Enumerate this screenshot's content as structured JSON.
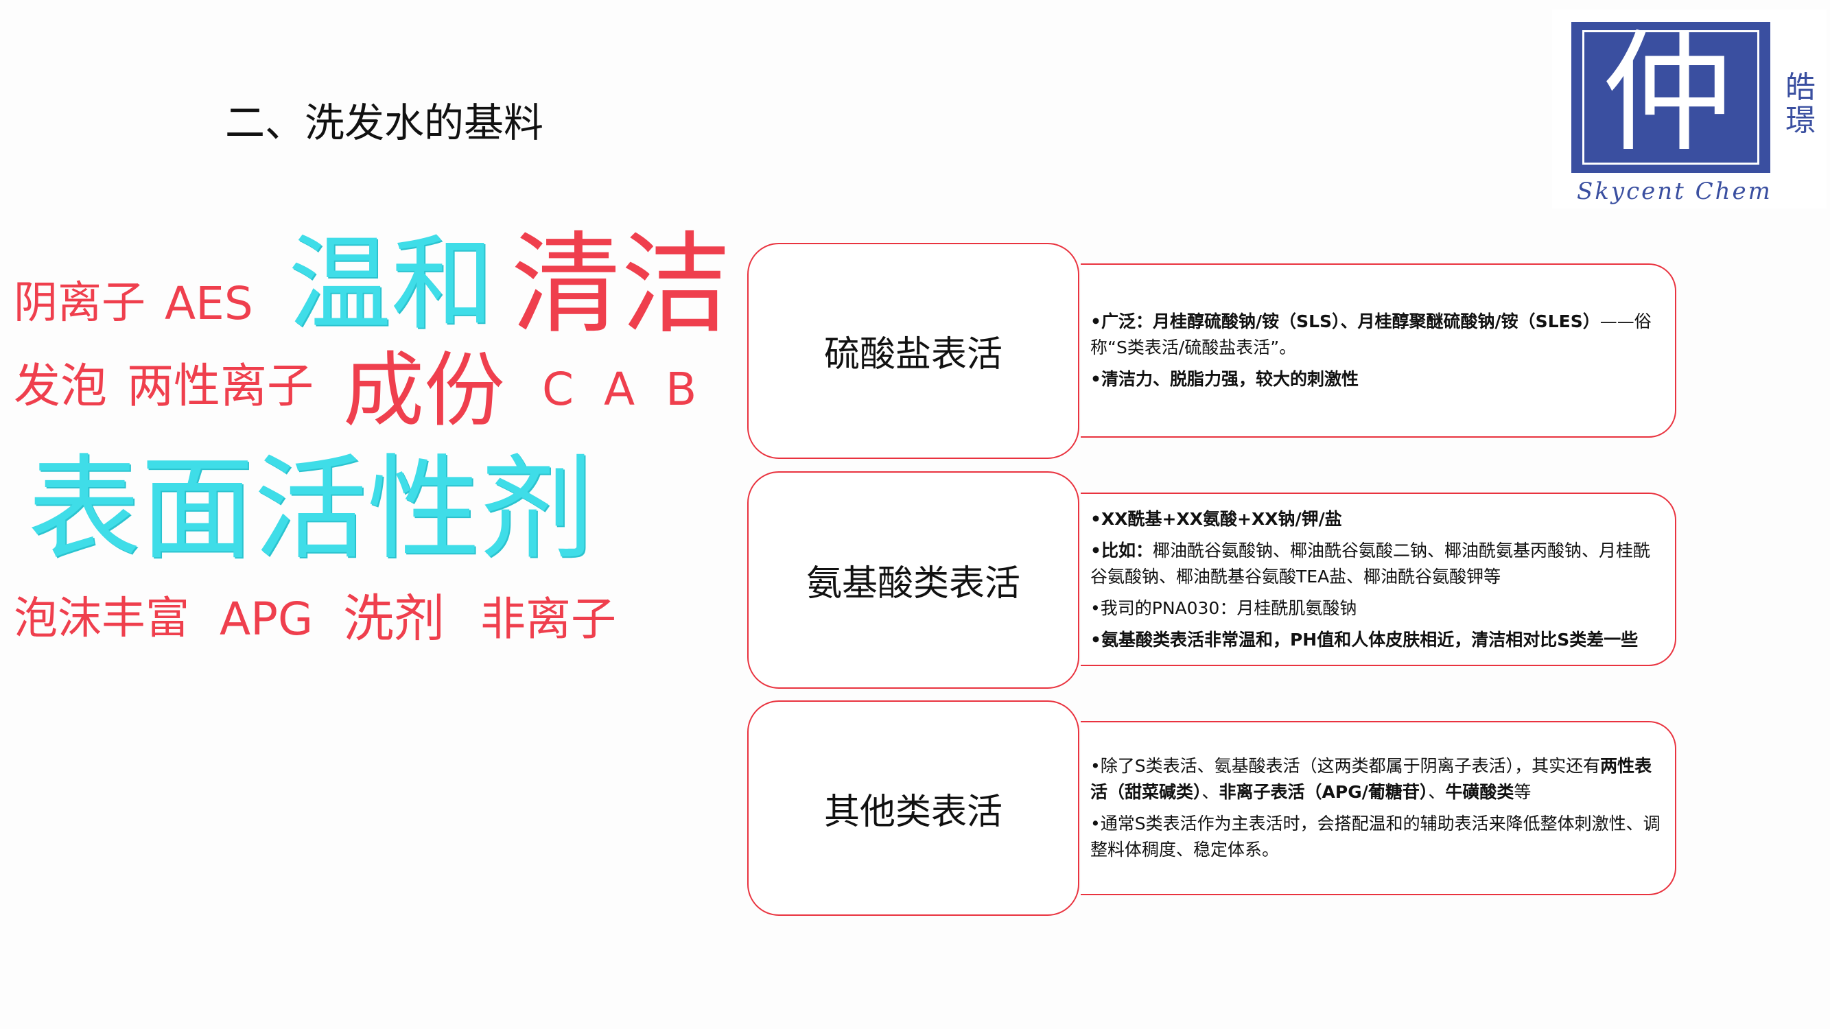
{
  "title": "二、洗发水的基料",
  "logo": {
    "glyph": "仲",
    "side_text": "皓璟",
    "english": "Skycent Chem",
    "color": "#3a4fa0"
  },
  "word_cloud": {
    "colors": {
      "red": "#ef3f4d",
      "cyan": "#3fdde8"
    },
    "words": [
      "阴离子",
      "AES",
      "温和",
      "发泡",
      "两性离子",
      "清洁",
      "表面活性剂",
      "成份",
      "泡沫丰富",
      "APG",
      "C",
      "A",
      "B",
      "洗剂",
      "非离子"
    ]
  },
  "categories": [
    {
      "label": "硫酸盐表活",
      "lines": [
        {
          "bold": "•广泛：月桂醇硫酸钠/铵（SLS）、月桂醇聚醚硫酸钠/铵（SLES）",
          "normal": "——俗称“S类表活/硫酸盐表活”。"
        },
        {
          "bold": "•清洁力、脱脂力强，较大的刺激性",
          "normal": ""
        }
      ]
    },
    {
      "label": "氨基酸类表活",
      "lines": [
        {
          "bold": "•XX酰基+XX氨酸+XX钠/钾/盐",
          "normal": ""
        },
        {
          "bold": "•比如：",
          "normal": "椰油酰谷氨酸钠、椰油酰谷氨酸二钠、椰油酰氨基丙酸钠、月桂酰谷氨酸钠、椰油酰基谷氨酸TEA盐、椰油酰谷氨酸钾等"
        },
        {
          "bold": "",
          "normal": "•我司的PNA030：月桂酰肌氨酸钠"
        },
        {
          "bold": "•氨基酸类表活非常温和，PH值和人体皮肤相近，清洁相对比S类差一些",
          "normal": ""
        }
      ]
    },
    {
      "label": "其他类表活",
      "lines": [
        {
          "normal1": "•除了S类表活、氨基酸表活（这两类都属于阴离子表活），其实还有",
          "bold1": "两性表活（甜菜碱类）",
          "normal2": "、",
          "bold2": "非离子表活（APG/葡糖苷）",
          "normal3": "、",
          "bold3": "牛磺酸类",
          "normal4": "等"
        },
        {
          "normal": "•通常S类表活作为主表活时，会搭配温和的辅助表活来降低整体刺激性、调整料体稠度、稳定体系。"
        }
      ]
    }
  ],
  "border_color": "#e9333f"
}
